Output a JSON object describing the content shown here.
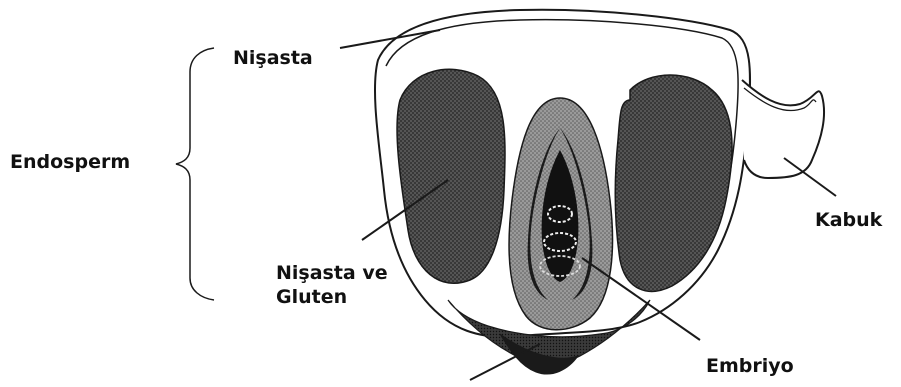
{
  "labels": {
    "nisasta": "Nişasta",
    "endosperm": "Endosperm",
    "nisasta_gluten_line1": "Nişasta ve",
    "nisasta_gluten_line2": "Gluten",
    "kabuk": "Kabuk",
    "embriyo": "Embriyo"
  },
  "colors": {
    "line": "#1a1a1a",
    "hatch_dark": "#2b2b2b",
    "hatch_mid": "#7a7a7a",
    "background": "#ffffff"
  }
}
